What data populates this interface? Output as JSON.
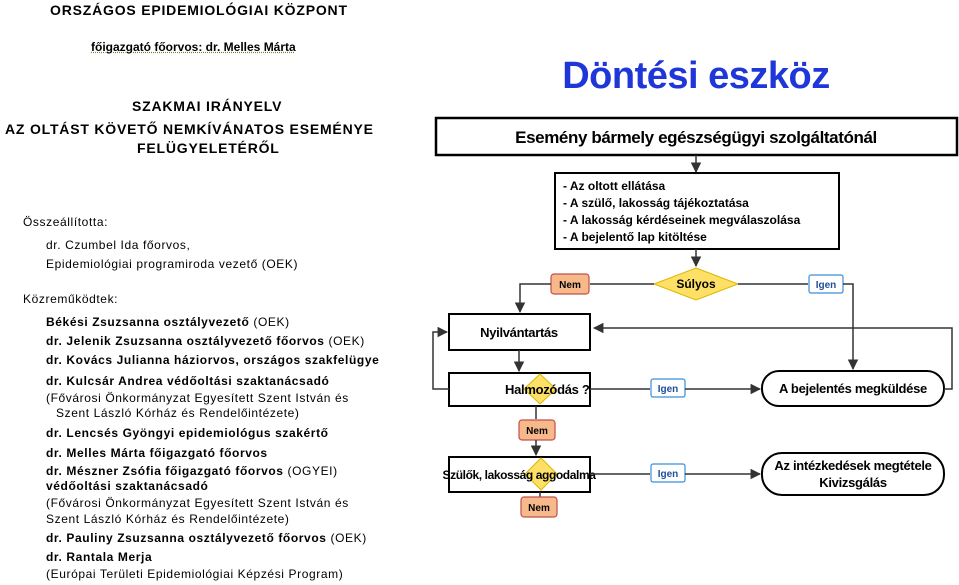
{
  "left": {
    "org_title": "ORSZÁGOS EPIDEMIOLÓGIAI KÖZPONT",
    "director_line": "főigazgató főorvos: dr. Melles Márta",
    "guideline_title": "SZAKMAI IRÁNYELV",
    "guideline_line1": "AZ OLTÁST KÖVETŐ NEMKÍVÁNATOS ESEMÉNYE",
    "guideline_line2": "FELÜGYELETÉRŐL",
    "compiled_label": "Összeállította:",
    "compiled_by_1": "dr. Czumbel Ida főorvos,",
    "compiled_by_2": "Epidemiológiai programiroda vezető",
    "compiled_by_2_tail": " (OEK)",
    "contrib_label": "Közreműködtek:",
    "c1a": "Békési Zsuzsanna osztályvezető",
    "c1b": " (OEK)",
    "c2a": "dr. Jelenik Zsuzsanna osztályvezető főorvos",
    "c2b": " (OEK)",
    "c3a": "dr. Kovács Julianna háziorvos, országos szakfelügye",
    "c4a": "dr. Kulcsár Andrea védőoltási szaktanácsadó",
    "c4b": "(Fővárosi Önkormányzat Egyesített Szent István és",
    "c4c": "Szent László Kórház és Rendelőintézete)",
    "c5a": "dr. Lencsés Gyöngyi epidemiológus szakértő",
    "c6a": "dr. Melles Márta főigazgató főorvos",
    "c7a": "dr. Mészner Zsófia főigazgató főorvos",
    "c7b": " (OGYEI)",
    "c7c": "védőoltási szaktanácsadó",
    "c7d": "(Fővárosi Önkormányzat Egyesített Szent István és",
    "c7e": "Szent László Kórház és Rendelőintézete)",
    "c8a": "dr. Pauliny Zsuzsanna osztályvezető főorvos",
    "c8b": " (OEK)",
    "c9a": "dr. Rantala Merja",
    "c9b": "(Európai Területi Epidemiológiai Képzési Program)"
  },
  "flowchart": {
    "title": "Döntési eszköz",
    "event_box": "Esemény bármely egészségügyi szolgáltatónál",
    "actions": [
      "- Az oltott ellátása",
      "- A szülő, lakosság tájékoztatása",
      "- A lakosság kérdéseinek megválaszolása",
      "- A bejelentő lap kitöltése"
    ],
    "severe": "Súlyos",
    "no": "Nem",
    "yes": "Igen",
    "registry": "Nyilvántartás",
    "cluster": "Halmozódás ?",
    "concern": "Szülők, lakosság aggodalma",
    "send_report": "A bejelentés megküldése",
    "measures_1": "Az intézkedések megtétele",
    "measures_2": "Kivizsgálás",
    "colors": {
      "title_blue": "#1f36d8",
      "no_fill": "#f7b98a",
      "no_stroke": "#c0504d",
      "yes_fill": "#ffffff",
      "yes_stroke": "#3b8ed8",
      "yes_text": "#1f4e9a",
      "diamond_fill": "#ffe066",
      "arrow": "#333333"
    }
  }
}
